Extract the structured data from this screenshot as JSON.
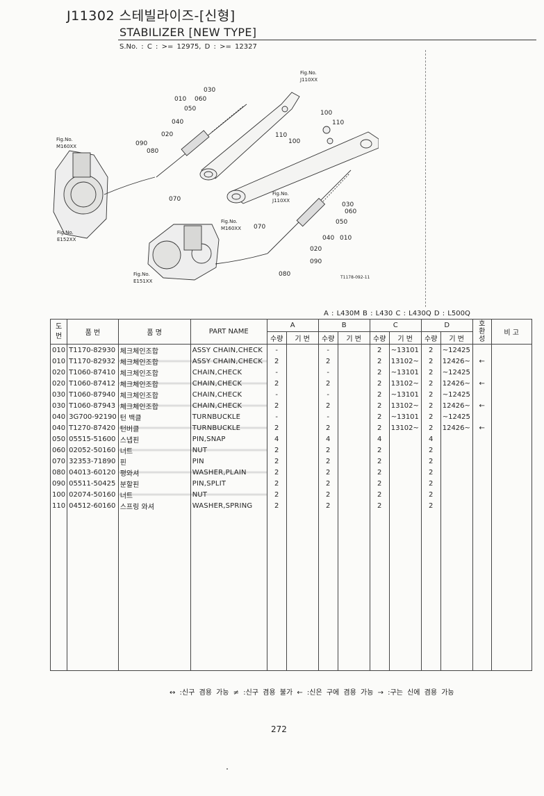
{
  "header": {
    "title_ko": "J11302 스테빌라이즈-[신형]",
    "title_en": "STABILIZER [NEW TYPE]",
    "serial_no": "S.No. :  C : >= 12975,   D : >= 12327"
  },
  "diagram": {
    "labels": {
      "fig_j110_top": "Fig.No.",
      "j110_top": "J110XX",
      "fig_m160_left": "Fig.No.",
      "m160_left": "M160XX",
      "fig_e152": "Fig.No.",
      "e152": "E152XX",
      "fig_j110_mid": "Fig.No.",
      "j110_mid": "J110XX",
      "fig_m160_mid": "Fig.No.",
      "m160_mid": "M160XX",
      "fig_e151": "Fig.No.",
      "e151": "E151XX",
      "ref_code": "T1178-092-11"
    },
    "callouts": [
      "030",
      "010",
      "060",
      "050",
      "040",
      "020",
      "090",
      "080",
      "070",
      "100",
      "110",
      "110",
      "100",
      "030",
      "060",
      "050",
      "010",
      "040",
      "070",
      "020",
      "090",
      "080"
    ]
  },
  "models": "A : L430M    B : L430    C : L430Q    D : L500Q",
  "table": {
    "headers": {
      "no": "도\n번",
      "part_no": "품   번",
      "part_name_ko": "품   명",
      "part_name_en": "PART NAME",
      "group_a": "A",
      "group_b": "B",
      "group_c": "C",
      "group_d": "D",
      "qty": "수량",
      "serial": "기 번",
      "compat": "호\n환\n성",
      "remarks": "비 고"
    },
    "rows": [
      {
        "no": "010",
        "part_no": "T1170-82930",
        "name_ko": "체크체인조합",
        "name_en": "ASSY CHAIN,CHECK",
        "a_qty": "-",
        "a_sn": "",
        "b_qty": "-",
        "b_sn": "",
        "c_qty": "2",
        "c_sn": "~13101",
        "d_qty": "2",
        "d_sn": "~12425",
        "compat": "",
        "shade": false
      },
      {
        "no": "010",
        "part_no": "T1170-82932",
        "name_ko": "체크체인조합",
        "name_en": "ASSY CHAIN,CHECK",
        "a_qty": "2",
        "a_sn": "",
        "b_qty": "2",
        "b_sn": "",
        "c_qty": "2",
        "c_sn": "13102~",
        "d_qty": "2",
        "d_sn": "12426~",
        "compat": "←",
        "shade": true
      },
      {
        "no": "020",
        "part_no": "T1060-87410",
        "name_ko": "체크체인조합",
        "name_en": "CHAIN,CHECK",
        "a_qty": "-",
        "a_sn": "",
        "b_qty": "-",
        "b_sn": "",
        "c_qty": "2",
        "c_sn": "~13101",
        "d_qty": "2",
        "d_sn": "~12425",
        "compat": "",
        "shade": false
      },
      {
        "no": "020",
        "part_no": "T1060-87412",
        "name_ko": "체크체인조합",
        "name_en": "CHAIN,CHECK",
        "a_qty": "2",
        "a_sn": "",
        "b_qty": "2",
        "b_sn": "",
        "c_qty": "2",
        "c_sn": "13102~",
        "d_qty": "2",
        "d_sn": "12426~",
        "compat": "←",
        "shade": true
      },
      {
        "no": "030",
        "part_no": "T1060-87940",
        "name_ko": "체크체인조합",
        "name_en": "CHAIN,CHECK",
        "a_qty": "-",
        "a_sn": "",
        "b_qty": "-",
        "b_sn": "",
        "c_qty": "2",
        "c_sn": "~13101",
        "d_qty": "2",
        "d_sn": "~12425",
        "compat": "",
        "shade": false
      },
      {
        "no": "030",
        "part_no": "T1060-87943",
        "name_ko": "체크체인조합",
        "name_en": "CHAIN,CHECK",
        "a_qty": "2",
        "a_sn": "",
        "b_qty": "2",
        "b_sn": "",
        "c_qty": "2",
        "c_sn": "13102~",
        "d_qty": "2",
        "d_sn": "12426~",
        "compat": "←",
        "shade": true
      },
      {
        "no": "040",
        "part_no": "3G700-92190",
        "name_ko": "턴 백클",
        "name_en": "TURNBUCKLE",
        "a_qty": "-",
        "a_sn": "",
        "b_qty": "-",
        "b_sn": "",
        "c_qty": "2",
        "c_sn": "~13101",
        "d_qty": "2",
        "d_sn": "~12425",
        "compat": "",
        "shade": false
      },
      {
        "no": "040",
        "part_no": "T1270-87420",
        "name_ko": "턴버클",
        "name_en": "TURNBUCKLE",
        "a_qty": "2",
        "a_sn": "",
        "b_qty": "2",
        "b_sn": "",
        "c_qty": "2",
        "c_sn": "13102~",
        "d_qty": "2",
        "d_sn": "12426~",
        "compat": "←",
        "shade": true
      },
      {
        "no": "050",
        "part_no": "05515-51600",
        "name_ko": "스냅핀",
        "name_en": "PIN,SNAP",
        "a_qty": "4",
        "a_sn": "",
        "b_qty": "4",
        "b_sn": "",
        "c_qty": "4",
        "c_sn": "",
        "d_qty": "4",
        "d_sn": "",
        "compat": "",
        "shade": false
      },
      {
        "no": "060",
        "part_no": "02052-50160",
        "name_ko": "너트",
        "name_en": "NUT",
        "a_qty": "2",
        "a_sn": "",
        "b_qty": "2",
        "b_sn": "",
        "c_qty": "2",
        "c_sn": "",
        "d_qty": "2",
        "d_sn": "",
        "compat": "",
        "shade": true
      },
      {
        "no": "070",
        "part_no": "32353-71890",
        "name_ko": "핀",
        "name_en": "PIN",
        "a_qty": "2",
        "a_sn": "",
        "b_qty": "2",
        "b_sn": "",
        "c_qty": "2",
        "c_sn": "",
        "d_qty": "2",
        "d_sn": "",
        "compat": "",
        "shade": false
      },
      {
        "no": "080",
        "part_no": "04013-60120",
        "name_ko": "평와셔",
        "name_en": "WASHER,PLAIN",
        "a_qty": "2",
        "a_sn": "",
        "b_qty": "2",
        "b_sn": "",
        "c_qty": "2",
        "c_sn": "",
        "d_qty": "2",
        "d_sn": "",
        "compat": "",
        "shade": true
      },
      {
        "no": "090",
        "part_no": "05511-50425",
        "name_ko": "분할핀",
        "name_en": "PIN,SPLIT",
        "a_qty": "2",
        "a_sn": "",
        "b_qty": "2",
        "b_sn": "",
        "c_qty": "2",
        "c_sn": "",
        "d_qty": "2",
        "d_sn": "",
        "compat": "",
        "shade": false
      },
      {
        "no": "100",
        "part_no": "02074-50160",
        "name_ko": "너트",
        "name_en": "NUT",
        "a_qty": "2",
        "a_sn": "",
        "b_qty": "2",
        "b_sn": "",
        "c_qty": "2",
        "c_sn": "",
        "d_qty": "2",
        "d_sn": "",
        "compat": "",
        "shade": true
      },
      {
        "no": "110",
        "part_no": "04512-60160",
        "name_ko": "스프링 와셔",
        "name_en": "WASHER,SPRING",
        "a_qty": "2",
        "a_sn": "",
        "b_qty": "2",
        "b_sn": "",
        "c_qty": "2",
        "c_sn": "",
        "d_qty": "2",
        "d_sn": "",
        "compat": "",
        "shade": false
      }
    ]
  },
  "legend": "↔ :신구 겸용 가능    ≠ :신구 겸용 불가    ← :신은 구에 겸용 가능    → :구는 신에 겸용 가능",
  "page_number": "272"
}
